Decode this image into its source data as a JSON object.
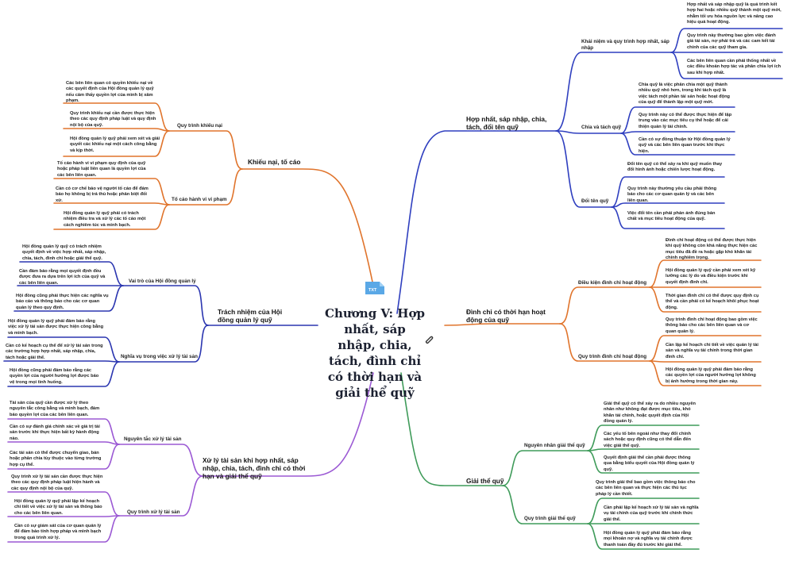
{
  "central": {
    "title": "Chương V: Hợp nhất, sáp nhập, chia, tách, đình chỉ có thời hạn và giải thể quỹ",
    "file_tag": "TXT"
  },
  "colors": {
    "blue": "#2f3fbf",
    "orange": "#e0742c",
    "navy": "#2b36b0",
    "purple": "#9b59d4",
    "green": "#3f9b5a"
  },
  "branches": {
    "merge": {
      "label": "Hợp nhất, sáp nhập, chia, tách, đổi tên quỹ",
      "groups": [
        {
          "label": "Khái niệm và quy trình hợp nhất, sáp nhập",
          "leaves": [
            "Hợp nhất và sáp nhập quỹ là quá trình kết hợp hai hoặc nhiều quỹ thành một quỹ mới, nhằm tối ưu hóa nguồn lực và nâng cao hiệu quả hoạt động.",
            "Quy trình này thường bao gồm việc đánh giá tài sản, nợ phải trả và các cam kết tài chính của các quỹ tham gia.",
            "Các bên liên quan cần phải thống nhất về các điều khoản hợp tác và phân chia lợi ích sau khi hợp nhất."
          ]
        },
        {
          "label": "Chia và tách quỹ",
          "leaves": [
            "Chia quỹ là việc phân chia một quỹ thành nhiều quỹ nhỏ hơn, trong khi tách quỹ là việc tách một phần tài sản hoặc hoạt động của quỹ để thành lập một quỹ mới.",
            "Quy trình này có thể được thực hiện để tập trung vào các mục tiêu cụ thể hoặc để cải thiện quản lý tài chính.",
            "Cần có sự đồng thuận từ Hội đồng quản lý quỹ và các bên liên quan trước khi thực hiện."
          ]
        },
        {
          "label": "Đổi tên quỹ",
          "leaves": [
            "Đổi tên quỹ có thể xảy ra khi quỹ muốn thay đổi hình ảnh hoặc chiến lược hoạt động.",
            "Quy trình này thường yêu cầu phải thông báo cho các cơ quan quản lý và các bên liên quan.",
            "Việc đổi tên cần phải phản ánh đúng bản chất và mục tiêu hoạt động của quỹ."
          ]
        }
      ]
    },
    "suspend": {
      "label": "Đình chỉ có thời hạn hoạt động của quỹ",
      "groups": [
        {
          "label": "Điều kiện đình chỉ hoạt động",
          "leaves": [
            "Đình chỉ hoạt động có thể được thực hiện khi quỹ không còn khả năng thực hiện các mục tiêu đã đề ra hoặc gặp khó khăn tài chính nghiêm trọng.",
            "Hội đồng quản lý quỹ cần phải xem xét kỹ lưỡng các lý do và điều kiện trước khi quyết định đình chỉ.",
            "Thời gian đình chỉ có thể được quy định cụ thể và cần phải có kế hoạch khôi phục hoạt động."
          ]
        },
        {
          "label": "Quy trình đình chỉ hoạt động",
          "leaves": [
            "Quy trình đình chỉ hoạt động bao gồm việc thông báo cho các bên liên quan và cơ quan quản lý.",
            "Cần lập kế hoạch chi tiết về việc quản lý tài sản và nghĩa vụ tài chính trong thời gian đình chỉ.",
            "Hội đồng quản lý quỹ phải đảm bảo rằng các quyền lợi của người hưởng lợi không bị ảnh hưởng trong thời gian này."
          ]
        }
      ]
    },
    "dissolve": {
      "label": "Giải thể quỹ",
      "groups": [
        {
          "label": "Nguyên nhân giải thể quỹ",
          "leaves": [
            "Giải thể quỹ có thể xảy ra do nhiều nguyên nhân như không đạt được mục tiêu, khó khăn tài chính, hoặc quyết định của Hội đồng quản lý.",
            "Các yếu tố bên ngoài như thay đổi chính sách hoặc quy định cũng có thể dẫn đến việc giải thể quỹ.",
            "Quyết định giải thể cần phải được thông qua bằng biểu quyết của Hội đồng quản lý quỹ."
          ]
        },
        {
          "label": "Quy trình giải thể quỹ",
          "leaves": [
            "Quy trình giải thể bao gồm việc thông báo cho các bên liên quan và thực hiện các thủ tục pháp lý cần thiết.",
            "Cần phải lập kế hoạch xử lý tài sản và nghĩa vụ tài chính của quỹ trước khi chính thức giải thể.",
            "Hội đồng quản lý quỹ phải đảm bảo rằng mọi khoản nợ và nghĩa vụ tài chính được thanh toán đầy đủ trước khi giải thể."
          ]
        }
      ]
    },
    "complaint": {
      "label": "Khiếu nại, tố cáo",
      "groups": [
        {
          "label": "Quy trình khiếu nại",
          "leaves": [
            "Các bên liên quan có quyền khiếu nại về các quyết định của Hội đồng quản lý quỹ nếu cảm thấy quyền lợi của mình bị xâm phạm.",
            "Quy trình khiếu nại cần được thực hiện theo các quy định pháp luật và quy định nội bộ của quỹ.",
            "Hội đồng quản lý quỹ phải xem xét và giải quyết các khiếu nại một cách công bằng và kịp thời."
          ]
        },
        {
          "label": "Tố cáo hành vi vi phạm",
          "leaves": [
            "Tố cáo hành vi vi phạm quy định của quỹ hoặc pháp luật liên quan là quyền lợi của các bên liên quan.",
            "Cần có cơ chế bảo vệ người tố cáo để đảm bảo họ không bị trả thù hoặc phân biệt đối xử.",
            "Hội đồng quản lý quỹ phải có trách nhiệm điều tra và xử lý các tố cáo một cách nghiêm túc và minh bạch."
          ]
        }
      ]
    },
    "responsibility": {
      "label": "Trách nhiệm của Hội đồng quản lý quỹ",
      "groups": [
        {
          "label": "Vai trò của Hội đồng quản lý",
          "leaves": [
            "Hội đồng quản lý quỹ có trách nhiệm quyết định về việc hợp nhất, sáp nhập, chia, tách, đình chỉ hoặc giải thể quỹ.",
            "Cần đảm bảo rằng mọi quyết định đều được đưa ra dựa trên lợi ích của quỹ và các bên liên quan.",
            "Hội đồng cũng phải thực hiện các nghĩa vụ báo cáo và thông báo cho các cơ quan quản lý theo quy định."
          ]
        },
        {
          "label": "Nghĩa vụ trong việc xử lý tài sản",
          "leaves": [
            "Hội đồng quản lý quỹ phải đảm bảo rằng việc xử lý tài sản được thực hiện công bằng và minh bạch.",
            "Cần có kế hoạch cụ thể để xử lý tài sản trong các trường hợp hợp nhất, sáp nhập, chia, tách hoặc giải thể.",
            "Hội đồng cũng phải đảm bảo rằng các quyền lợi của người hưởng lợi được bảo vệ trong mọi tình huống."
          ]
        }
      ]
    },
    "assets": {
      "label": "Xử lý tài sản khi hợp nhất, sáp nhập, chia, tách, đình chỉ có thời hạn và giải thể quỹ",
      "groups": [
        {
          "label": "Nguyên tắc xử lý tài sản",
          "leaves": [
            "Tài sản của quỹ cần được xử lý theo nguyên tắc công bằng và minh bạch, đảm bảo quyền lợi của các bên liên quan.",
            "Cần có sự đánh giá chính xác về giá trị tài sản trước khi thực hiện bất kỳ hành động nào.",
            "Các tài sản có thể được chuyển giao, bán hoặc phân chia tùy thuộc vào từng trường hợp cụ thể."
          ]
        },
        {
          "label": "Quy trình xử lý tài sản",
          "leaves": [
            "Quy trình xử lý tài sản cần được thực hiện theo các quy định pháp luật hiện hành và các quy định nội bộ của quỹ.",
            "Hội đồng quản lý quỹ phải lập kế hoạch chi tiết về việc xử lý tài sản và thông báo cho các bên liên quan.",
            "Cần có sự giám sát của cơ quan quản lý để đảm bảo tính hợp pháp và minh bạch trong quá trình xử lý."
          ]
        }
      ]
    }
  }
}
